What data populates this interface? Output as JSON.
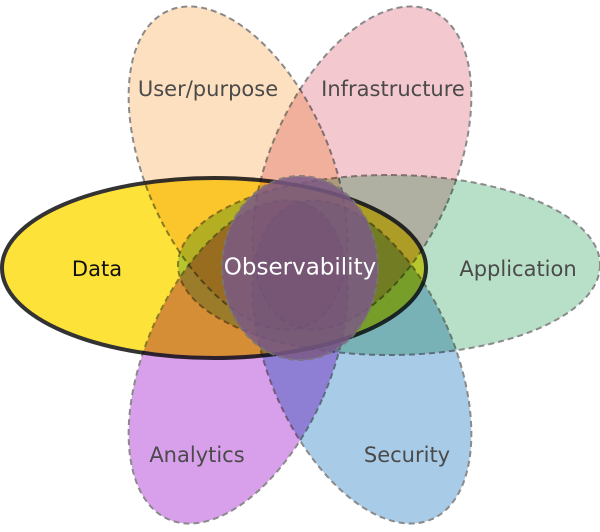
{
  "diagram": {
    "center": {
      "label": "Observability",
      "color": "#7b5a86"
    },
    "sets": [
      {
        "label": "User/purpose",
        "color": "#fde0c0"
      },
      {
        "label": "Infrastructure",
        "color": "#f3c9cf"
      },
      {
        "label": "Application",
        "color": "#b8e0c8"
      },
      {
        "label": "Security",
        "color": "#a8cbe8"
      },
      {
        "label": "Analytics",
        "color": "#d8a0ea"
      },
      {
        "label": "Data",
        "color": "#fde23a"
      }
    ]
  }
}
